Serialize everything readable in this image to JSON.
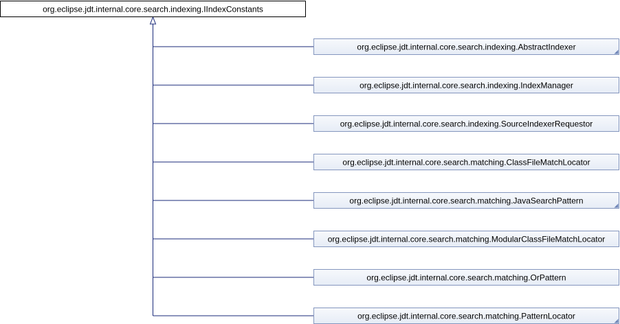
{
  "root": {
    "label": "org.eclipse.jdt.internal.core.search.indexing.IIndexConstants"
  },
  "children": [
    {
      "label": "org.eclipse.jdt.internal.core.search.indexing.AbstractIndexer",
      "has_more": true
    },
    {
      "label": "org.eclipse.jdt.internal.core.search.indexing.IndexManager",
      "has_more": false
    },
    {
      "label": "org.eclipse.jdt.internal.core.search.indexing.SourceIndexerRequestor",
      "has_more": false
    },
    {
      "label": "org.eclipse.jdt.internal.core.search.matching.ClassFileMatchLocator",
      "has_more": false
    },
    {
      "label": "org.eclipse.jdt.internal.core.search.matching.JavaSearchPattern",
      "has_more": true
    },
    {
      "label": "org.eclipse.jdt.internal.core.search.matching.ModularClassFileMatchLocator",
      "has_more": false
    },
    {
      "label": "org.eclipse.jdt.internal.core.search.matching.OrPattern",
      "has_more": false
    },
    {
      "label": "org.eclipse.jdt.internal.core.search.matching.PatternLocator",
      "has_more": true
    }
  ],
  "colors": {
    "root_fill": "#ffffff",
    "root_stroke": "#000000",
    "child_fill_top": "#f7f9fc",
    "child_fill_bottom": "#e6ecf6",
    "child_stroke": "#8496be",
    "edge": "#1a2a7a",
    "more_marker": "#6f86b8"
  }
}
